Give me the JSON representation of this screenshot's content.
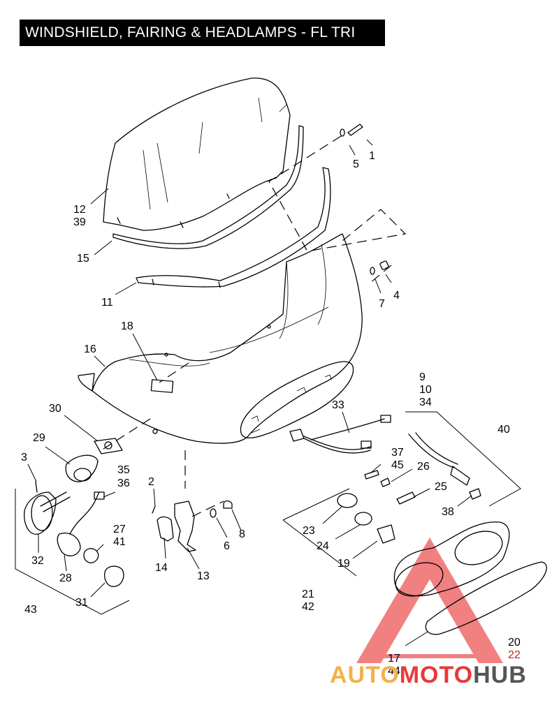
{
  "title": "WINDSHIELD, FAIRING & HEADLAMPS - FL TRI",
  "watermark": {
    "part1": "AUTO",
    "part2": "MOTO",
    "part3": "HUB",
    "colors": {
      "auto": "#f5b04a",
      "moto": "#e8393a",
      "hub": "#555555",
      "triangle": "#ef5a5a"
    }
  },
  "callouts": {
    "c1": "1",
    "c2": "2",
    "c3": "3",
    "c4": "4",
    "c5": "5",
    "c6": "6",
    "c7": "7",
    "c8": "8",
    "c9": "9",
    "c10": "10",
    "c11": "11",
    "c12": "12",
    "c13": "13",
    "c14": "14",
    "c15": "15",
    "c16": "16",
    "c17": "17",
    "c18": "18",
    "c19": "19",
    "c20": "20",
    "c21": "21",
    "c22": "22",
    "c23": "23",
    "c24": "24",
    "c25": "25",
    "c26": "26",
    "c27": "27",
    "c28": "28",
    "c29": "29",
    "c30": "30",
    "c31": "31",
    "c32": "32",
    "c33": "33",
    "c34": "34",
    "c35": "35",
    "c36": "36",
    "c37": "37",
    "c38": "38",
    "c39": "39",
    "c40": "40",
    "c41": "41",
    "c42": "42",
    "c43": "43",
    "c44": "44",
    "c45": "45"
  }
}
